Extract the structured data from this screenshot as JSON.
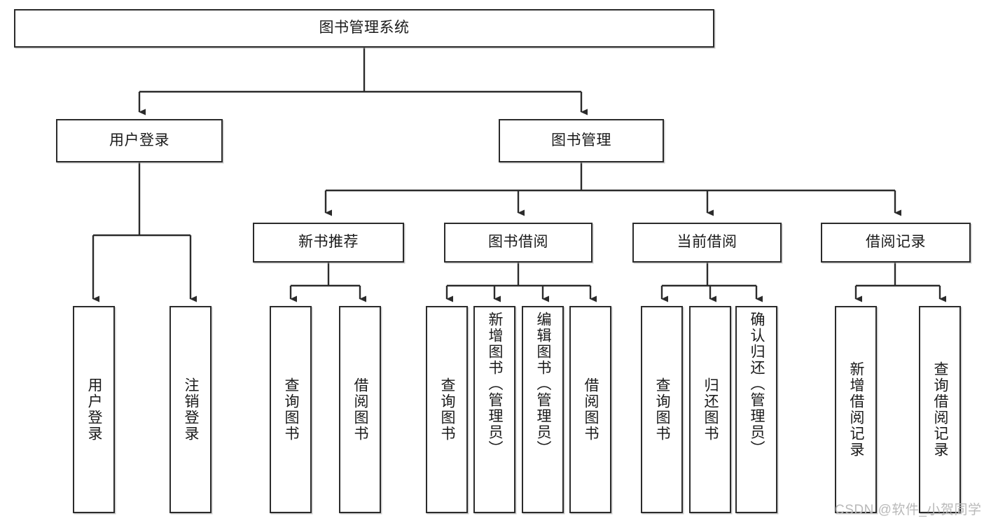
{
  "diagram": {
    "title": "图书管理系统",
    "type": "tree-hierarchy-diagram",
    "stroke_color": "#2b2b2b",
    "fill_color": "#ffffff",
    "text_color": "#1a1a1a",
    "root": {
      "label": "图书管理系统"
    },
    "level2": [
      {
        "label": "用户登录"
      },
      {
        "label": "图书管理"
      }
    ],
    "level3": [
      {
        "label": "新书推荐"
      },
      {
        "label": "图书借阅"
      },
      {
        "label": "当前借阅"
      },
      {
        "label": "借阅记录"
      }
    ],
    "leaves": {
      "user_login": [
        {
          "label": "用户登录"
        },
        {
          "label": "注销登录"
        }
      ],
      "new_book_recommend": [
        {
          "label": "查询图书"
        },
        {
          "label": "借阅图书"
        }
      ],
      "book_borrow": [
        {
          "label": "查询图书"
        },
        {
          "label": "新增图书（管理员）"
        },
        {
          "label": "编辑图书（管理员）"
        },
        {
          "label": "借阅图书"
        }
      ],
      "current_borrow": [
        {
          "label": "查询图书"
        },
        {
          "label": "归还图书"
        },
        {
          "label": "确认归还（管理员）"
        }
      ],
      "borrow_record": [
        {
          "label": "新增借阅记录"
        },
        {
          "label": "查询借阅记录"
        }
      ]
    }
  },
  "watermark": {
    "text": "CSDN @软件_小贺同学"
  }
}
